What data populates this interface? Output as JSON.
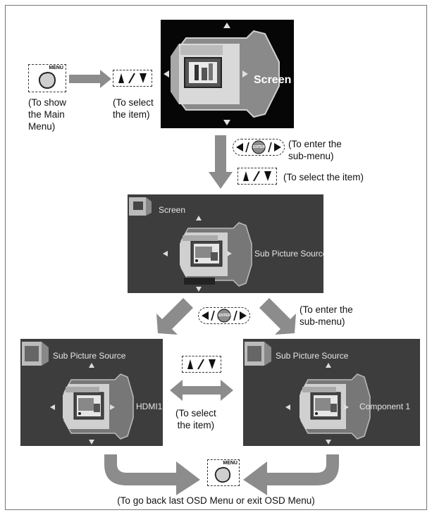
{
  "labels": {
    "show_main_menu": "(To show\nthe Main\nMenu)",
    "select_item_1": "(To select\nthe item)",
    "enter_submenu_1": "(To enter the\nsub-menu)",
    "select_item_2": "(To select the item)",
    "enter_submenu_2": "(To enter the\nsub-menu)",
    "select_item_3": "(To select\nthe item)",
    "go_back": "(To go back last OSD Menu or exit OSD Menu)"
  },
  "keys": {
    "menu": "MENU",
    "enter": "ENTER"
  },
  "screens": {
    "main": {
      "label": "Screen"
    },
    "sub": {
      "header": "Screen",
      "label": "Sub Picture Source"
    },
    "hdmi": {
      "header": "Sub Picture Source",
      "label": "HDMI1"
    },
    "component": {
      "header": "Sub Picture Source",
      "label": "Component 1"
    }
  },
  "colors": {
    "arrow": "#8c8c8c",
    "screen_bg": "#3d3d3d",
    "main_screen_bg": "#060606"
  }
}
